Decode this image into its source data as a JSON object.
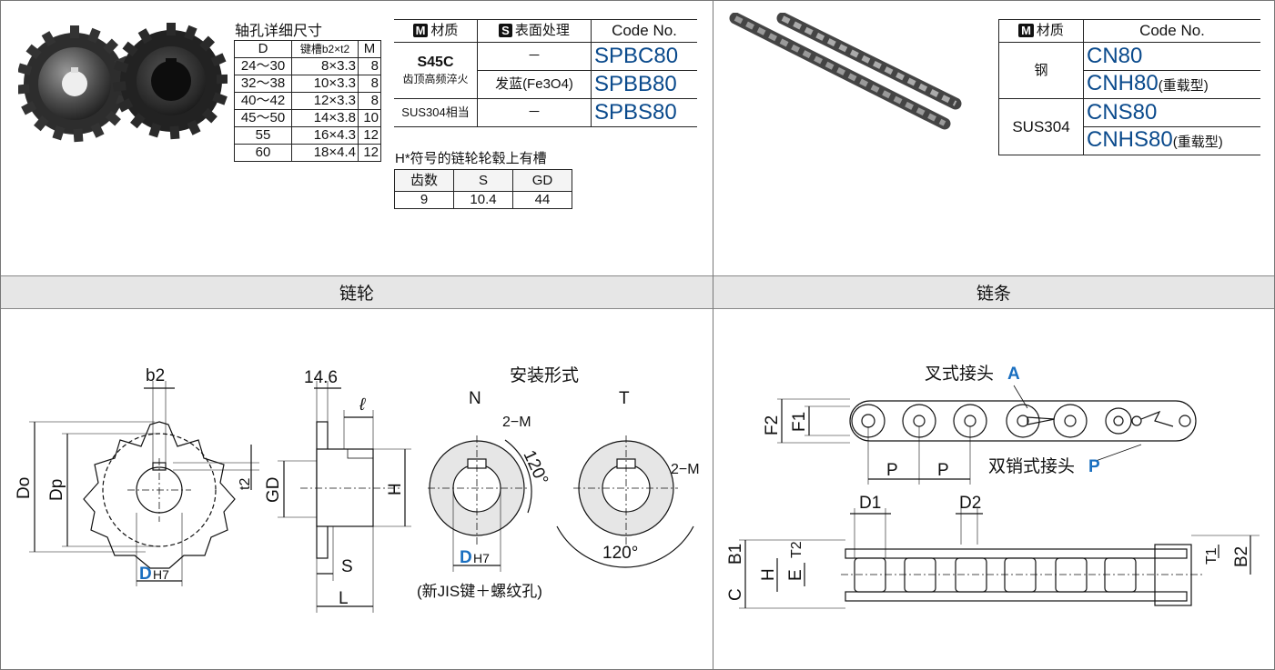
{
  "sprocket_panel": {
    "hole_table": {
      "title": "轴孔详细尺寸",
      "headers": [
        "D",
        "键槽b2×t2",
        "M"
      ],
      "rows": [
        [
          "24～30",
          "8×3.3",
          "8"
        ],
        [
          "32～38",
          "10×3.3",
          "8"
        ],
        [
          "40～42",
          "12×3.3",
          "8"
        ],
        [
          "45～50",
          "14×3.8",
          "10"
        ],
        [
          "55",
          "16×4.3",
          "12"
        ],
        [
          "60",
          "18×4.4",
          "12"
        ]
      ]
    },
    "material_table": {
      "h_material_badge": "M",
      "h_material": "材质",
      "h_surface_badge": "S",
      "h_surface": "表面处理",
      "h_code": "Code No.",
      "s45c": "S45C",
      "s45c_note": "齿顶高频淬火",
      "sus304": "SUS304相当",
      "dash": "－",
      "blackening": "发蓝(Fe3O4)",
      "codes": [
        "SPBC80",
        "SPBB80",
        "SPBS80"
      ]
    },
    "groove_note": "H*符号的链轮轮毂上有槽",
    "groove_table": {
      "headers": [
        "齿数",
        "S",
        "GD"
      ],
      "row": [
        "9",
        "10.4",
        "44"
      ]
    }
  },
  "chain_panel": {
    "material_table": {
      "h_material_badge": "M",
      "h_material": "材质",
      "h_code": "Code No.",
      "steel": "钢",
      "sus304": "SUS304",
      "codes": [
        "CN80",
        "CNH80",
        "CNS80",
        "CNHS80"
      ],
      "heavy_note": "(重载型)"
    }
  },
  "sections": {
    "left": "链轮",
    "right": "链条"
  },
  "sprocket_drawing": {
    "b2": "b2",
    "Do": "Do",
    "Dp": "Dp",
    "t2": "t2",
    "D": "D",
    "H7": "H7",
    "dim_146": "14.6",
    "l": "ℓ",
    "GD": "GD",
    "H": "H",
    "S": "S",
    "L": "L",
    "mount_title": "安装形式",
    "N": "N",
    "T": "T",
    "two_m": "2−M",
    "angle": "120°",
    "jis_note": "(新JIS键＋螺纹孔)"
  },
  "chain_drawing": {
    "fork_joint": "叉式接头",
    "A": "A",
    "double_pin_joint": "双销式接头",
    "P_joint": "P",
    "F2": "F2",
    "F1": "F1",
    "P": "P",
    "D1": "D1",
    "D2": "D2",
    "B1": "B1",
    "C": "C",
    "H": "H",
    "T2": "T2",
    "E": "E",
    "T1": "T1",
    "B2": "B2"
  },
  "colors": {
    "blue": "#0a4a8c",
    "label_blue": "#1a6fc0",
    "bar_gray": "#e6e6e6"
  }
}
